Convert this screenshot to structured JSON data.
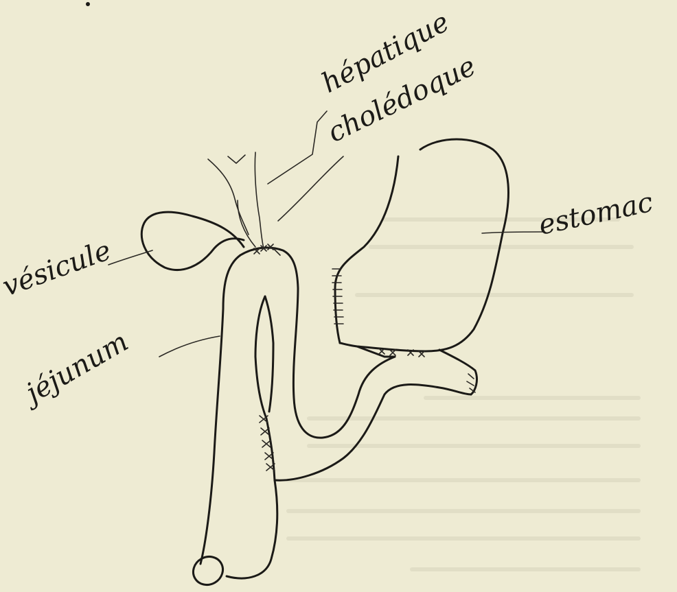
{
  "labels": {
    "hepatique": "hépatique",
    "choledoque": "cholédoque",
    "estomac": "estomac",
    "vesicule": "vésicule",
    "jejunum": "jéjunum"
  },
  "colors": {
    "paper": "#eeebd3",
    "ink": "#1b1a17"
  }
}
